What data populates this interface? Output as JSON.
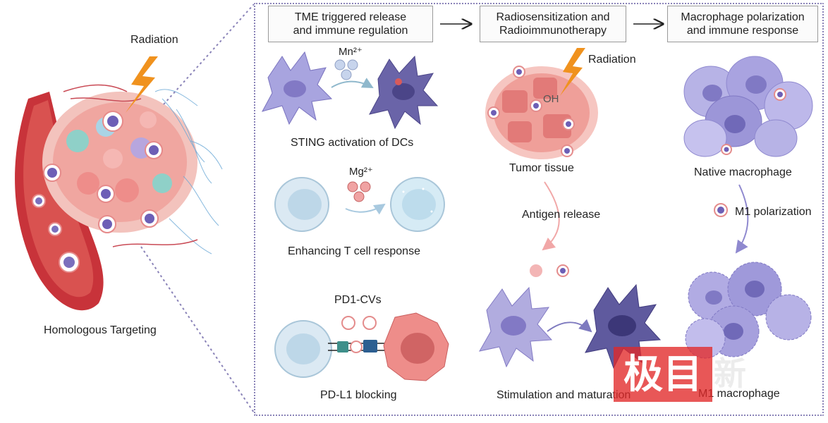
{
  "left_panel": {
    "radiation_label": "Radiation",
    "caption": "Homologous Targeting"
  },
  "columns": {
    "col1_header": [
      "TME triggered release",
      "and immune regulation"
    ],
    "col2_header": [
      "Radiosensitization and",
      "Radioimmunotherapy"
    ],
    "col3_header": [
      "Macrophage polarization",
      "and immune response"
    ]
  },
  "col1": {
    "mn_ion": "Mn²⁺",
    "sting_caption": "STING activation of DCs",
    "mg_ion": "Mg²⁺",
    "tcell_caption": "Enhancing T cell response",
    "pd1_label": "PD1-CVs",
    "pdl1_caption": "PD-L1 blocking"
  },
  "col2": {
    "radiation_label": "Radiation",
    "oh_label": "OH",
    "tumor_caption": "Tumor tissue",
    "antigen_label": "Antigen release",
    "stim_caption": "Stimulation and maturation"
  },
  "col3": {
    "native_caption": "Native macrophage",
    "m1_pol_label": "M1 polarization",
    "m1_caption": "M1 macrophage"
  },
  "watermark": {
    "main": "极目",
    "faint": "新"
  },
  "colors": {
    "vessel": "#c8333a",
    "tumor_pink": "#f0a6a0",
    "cell_purple": "#8f86c9",
    "lightning": "#f0921e",
    "frame": "#8a83b8"
  }
}
